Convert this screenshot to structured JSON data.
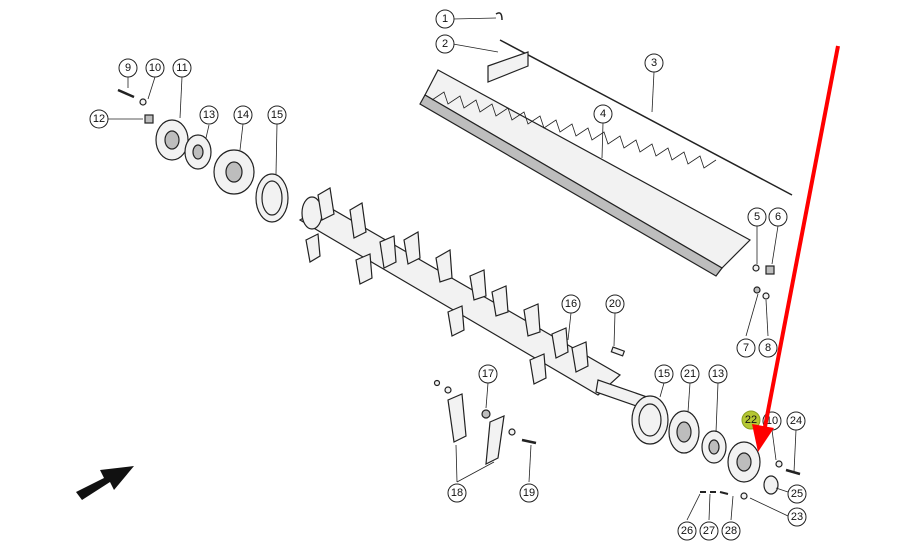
{
  "callouts": [
    {
      "id": "c1",
      "label": "1"
    },
    {
      "id": "c2",
      "label": "2"
    },
    {
      "id": "c3",
      "label": "3"
    },
    {
      "id": "c4",
      "label": "4"
    },
    {
      "id": "c5",
      "label": "5"
    },
    {
      "id": "c6",
      "label": "6"
    },
    {
      "id": "c7",
      "label": "7"
    },
    {
      "id": "c8",
      "label": "8"
    },
    {
      "id": "c9",
      "label": "9"
    },
    {
      "id": "c10a",
      "label": "10"
    },
    {
      "id": "c11",
      "label": "11"
    },
    {
      "id": "c12",
      "label": "12"
    },
    {
      "id": "c13a",
      "label": "13"
    },
    {
      "id": "c14",
      "label": "14"
    },
    {
      "id": "c15a",
      "label": "15"
    },
    {
      "id": "c16",
      "label": "16"
    },
    {
      "id": "c17",
      "label": "17"
    },
    {
      "id": "c18",
      "label": "18"
    },
    {
      "id": "c19",
      "label": "19"
    },
    {
      "id": "c20",
      "label": "20"
    },
    {
      "id": "c15b",
      "label": "15"
    },
    {
      "id": "c21",
      "label": "21"
    },
    {
      "id": "c13b",
      "label": "13"
    },
    {
      "id": "c22",
      "label": "22"
    },
    {
      "id": "c10b",
      "label": "10"
    },
    {
      "id": "c24",
      "label": "24"
    },
    {
      "id": "c25",
      "label": "25"
    },
    {
      "id": "c23",
      "label": "23"
    },
    {
      "id": "c26",
      "label": "26"
    },
    {
      "id": "c27",
      "label": "27"
    },
    {
      "id": "c28",
      "label": "28"
    }
  ],
  "highlight_color": "#b5c733",
  "arrow_color": "#ff0000"
}
